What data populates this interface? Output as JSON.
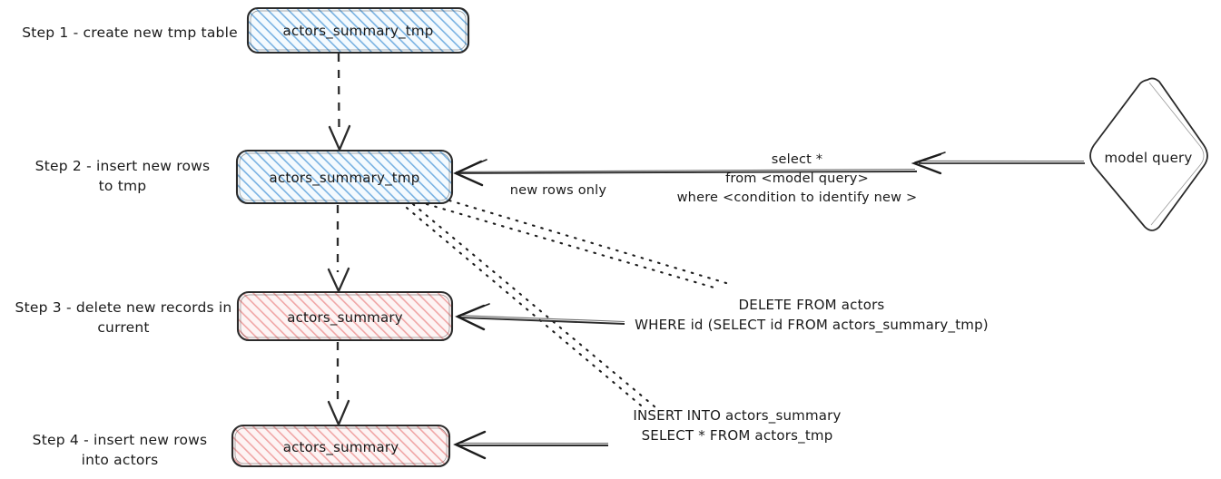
{
  "diagram": {
    "title": "Incremental load flow for actors_summary",
    "background": "#ffffff",
    "stroke_color": "#2b2b2b",
    "blue_fill": "#7eb6e3",
    "blue_bg": "#eaf4fc",
    "red_fill": "#f0a0a0",
    "red_bg": "#fdeeee",
    "steps": [
      {
        "id": "step1",
        "label": "Step 1 - create new tmp table"
      },
      {
        "id": "step2",
        "label": "Step 2 - insert new rows\nto tmp"
      },
      {
        "id": "step3",
        "label": "Step 3 - delete new records in\ncurrent"
      },
      {
        "id": "step4",
        "label": "Step 4 - insert new rows\ninto actors"
      }
    ],
    "nodes": [
      {
        "id": "node1",
        "label": "actors_summary_tmp",
        "shape": "rounded-rect",
        "fill": "blue"
      },
      {
        "id": "node2",
        "label": "actors_summary_tmp",
        "shape": "rounded-rect",
        "fill": "blue"
      },
      {
        "id": "node3",
        "label": "actors_summary",
        "shape": "rounded-rect",
        "fill": "red"
      },
      {
        "id": "node4",
        "label": "actors_summary",
        "shape": "rounded-rect",
        "fill": "red"
      },
      {
        "id": "node5",
        "label": "model query",
        "shape": "diamond",
        "fill": "white"
      }
    ],
    "edge_labels": [
      {
        "id": "edge-new-rows-only",
        "text": "new rows only"
      },
      {
        "id": "edge-model-query",
        "text": "select *\nfrom <model query>\nwhere <condition to identify new >"
      },
      {
        "id": "edge-delete",
        "text": "DELETE FROM actors\nWHERE id (SELECT id FROM actors_summary_tmp)"
      },
      {
        "id": "edge-insert",
        "text": "INSERT INTO actors_summary\nSELECT * FROM actors_tmp"
      }
    ]
  }
}
